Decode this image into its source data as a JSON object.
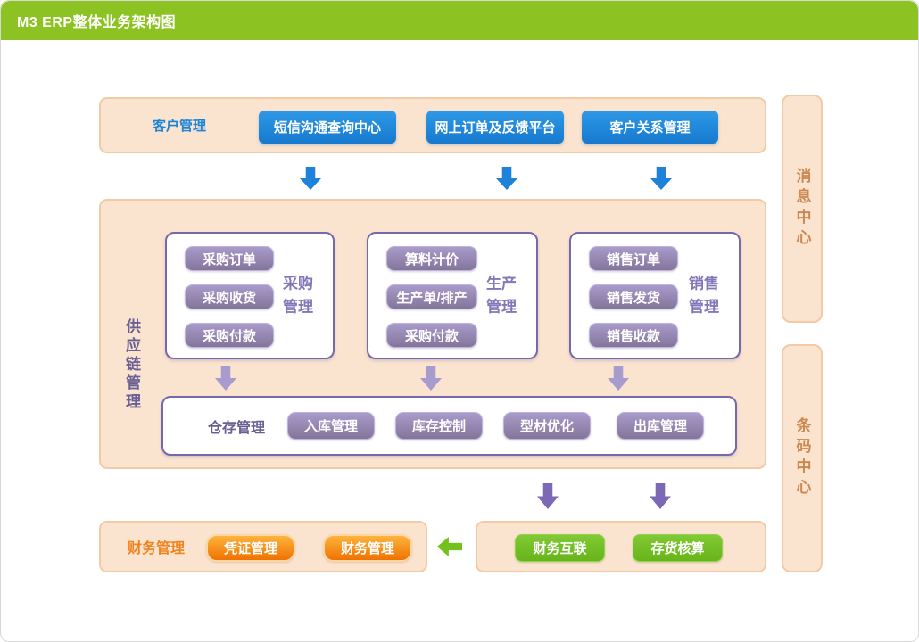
{
  "title": "M3 ERP整体业务架构图",
  "customer": {
    "label": "客户管理",
    "buttons": [
      "短信沟通查询中心",
      "网上订单及反馈平台",
      "客户关系管理"
    ]
  },
  "side_panels": {
    "message_center": "消息中心",
    "barcode_center": "条码中心"
  },
  "supply_chain": {
    "label": "供应链管理",
    "groups": [
      {
        "label": "采购\n管理",
        "buttons": [
          "采购订单",
          "采购收货",
          "采购付款"
        ]
      },
      {
        "label": "生产\n管理",
        "buttons": [
          "算料计价",
          "生产单/排产",
          "采购付款"
        ]
      },
      {
        "label": "销售\n管理",
        "buttons": [
          "销售订单",
          "销售发货",
          "销售收款"
        ]
      }
    ],
    "warehouse": {
      "label": "仓存管理",
      "buttons": [
        "入库管理",
        "库存控制",
        "型材优化",
        "出库管理"
      ]
    }
  },
  "finance": {
    "label": "财务管理",
    "buttons": [
      "凭证管理",
      "财务管理"
    ]
  },
  "integration": {
    "buttons": [
      "财务互联",
      "存货核算"
    ]
  },
  "colors": {
    "header_green": "#8cc322",
    "panel_peach": "#fae4cf",
    "panel_border": "#f2cba6",
    "blue_accent": "#1e86da",
    "purple_accent": "#8377b9",
    "purple_dark": "#6b6096",
    "orange_accent": "#f0831d",
    "green_accent": "#72c11c",
    "side_label_orange": "#cb8851"
  }
}
